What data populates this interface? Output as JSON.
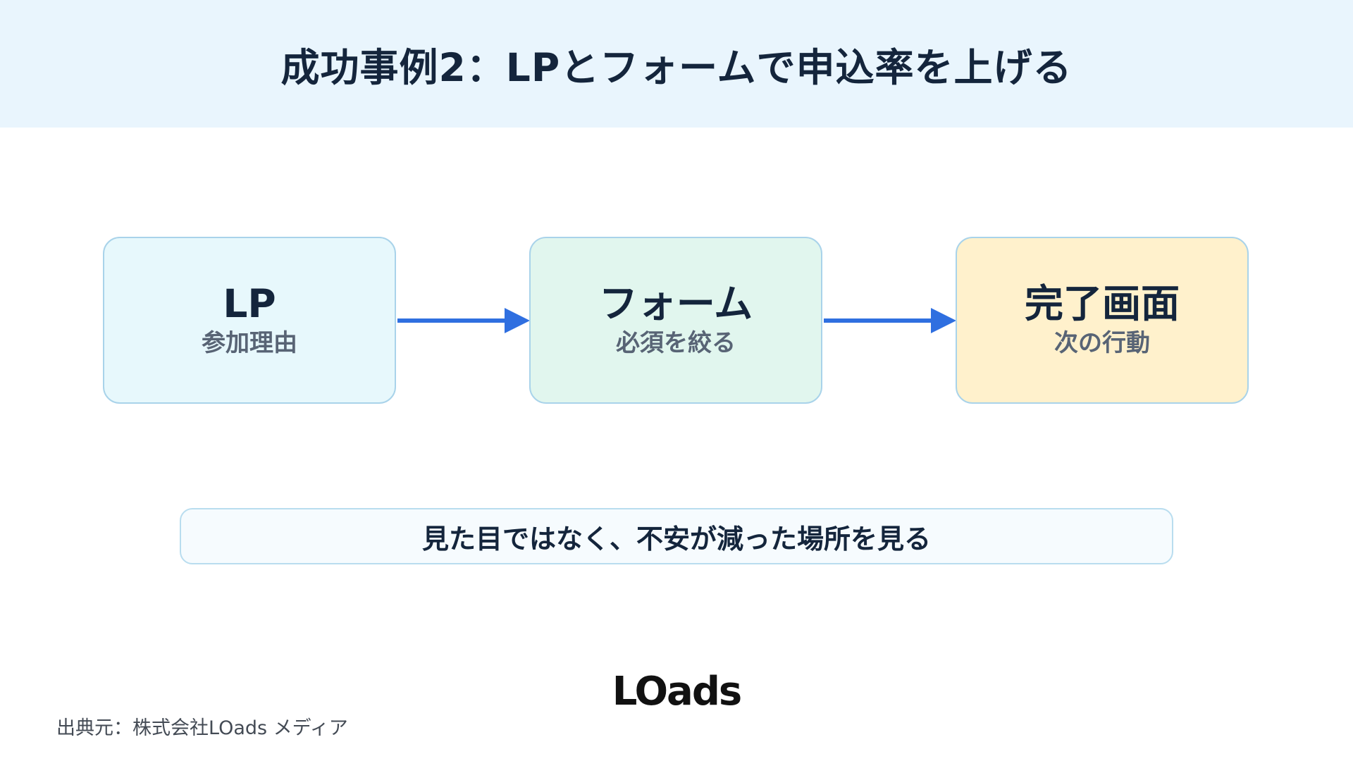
{
  "header": {
    "title": "成功事例2：LPとフォームで申込率を上げる"
  },
  "flow": {
    "steps": [
      {
        "title": "LP",
        "subtitle": "参加理由",
        "fill": "#e7f8fc"
      },
      {
        "title": "フォーム",
        "subtitle": "必須を絞る",
        "fill": "#e1f6ee"
      },
      {
        "title": "完了画面",
        "subtitle": "次の行動",
        "fill": "#fff1cc"
      }
    ],
    "arrow_color": "#2f6fe0"
  },
  "note": {
    "text": "見た目ではなく、不安が減った場所を見る"
  },
  "footer": {
    "logo": "LOads",
    "source": "出典元：株式会社LOads メディア"
  }
}
